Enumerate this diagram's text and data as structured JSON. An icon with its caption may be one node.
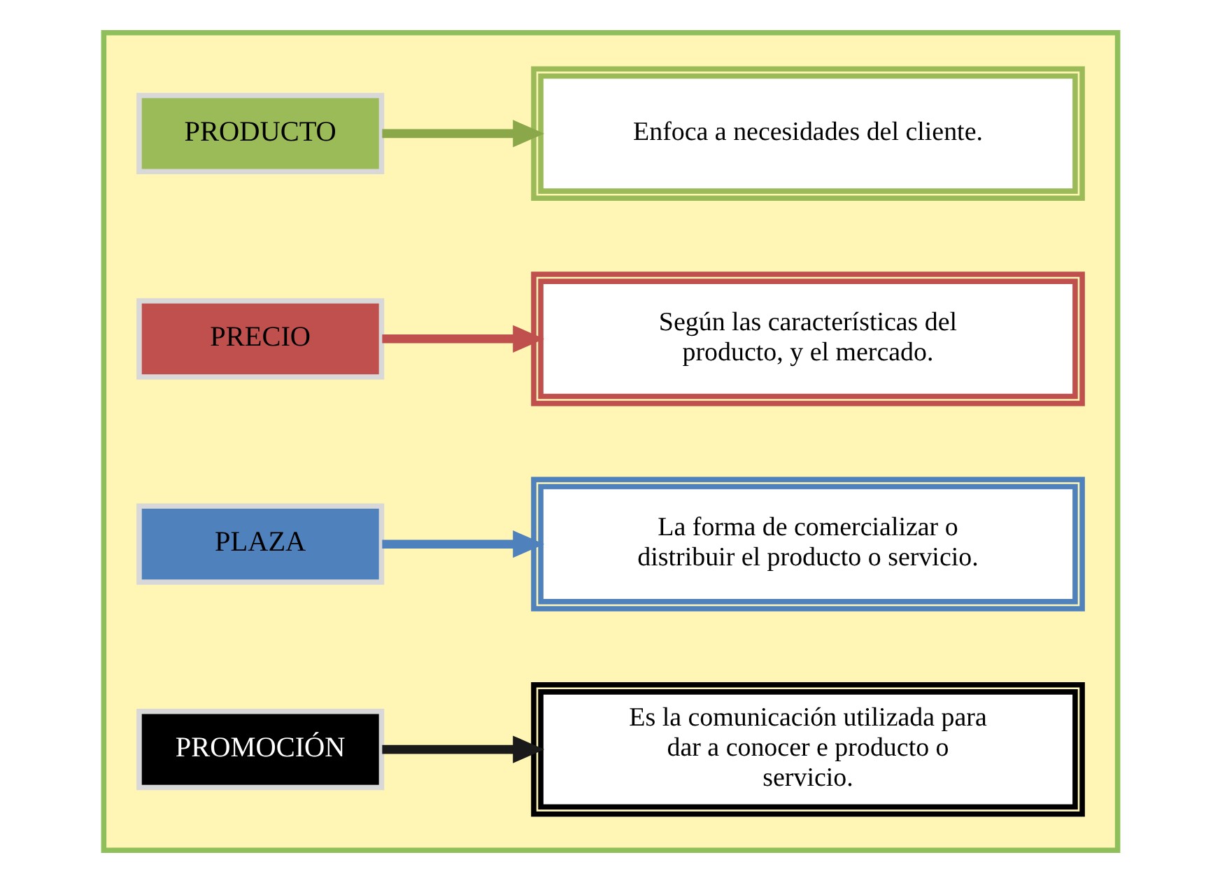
{
  "diagram": {
    "nodes": [
      {
        "text": [],
        "shape": "box"
      },
      {
        "text": [
          "PRODUCTO"
        ],
        "in": 0
      },
      {
        "text": [
          "Enfoca a necesidades del cliente."
        ],
        "in": 0
      },
      {
        "text": [
          "PRECIO"
        ],
        "in": 0
      },
      {
        "text": [
          "Según las características del producto, y el mercado."
        ],
        "in": 0
      },
      {
        "text": [
          "PLAZA"
        ],
        "in": 0
      },
      {
        "text": [
          "La forma de comercializar o distribuir el producto o servicio."
        ],
        "in": 0
      },
      {
        "text": [
          "PROMOCIÓN"
        ],
        "in": 0
      },
      {
        "text": [
          "Es la comunicación utilizada para dar a conocer e producto o servicio."
        ],
        "in": 0
      }
    ],
    "edges": [
      {
        "from": 1,
        "to": 2,
        "arrow": "to",
        "color": "#8aa84a"
      },
      {
        "from": 3,
        "to": 4,
        "arrow": "to",
        "color": "#c0504d"
      },
      {
        "from": 5,
        "to": 6,
        "arrow": "to",
        "color": "#4f81bd"
      },
      {
        "from": 7,
        "to": 8,
        "arrow": "to",
        "color": "#1a1a1a"
      }
    ]
  }
}
